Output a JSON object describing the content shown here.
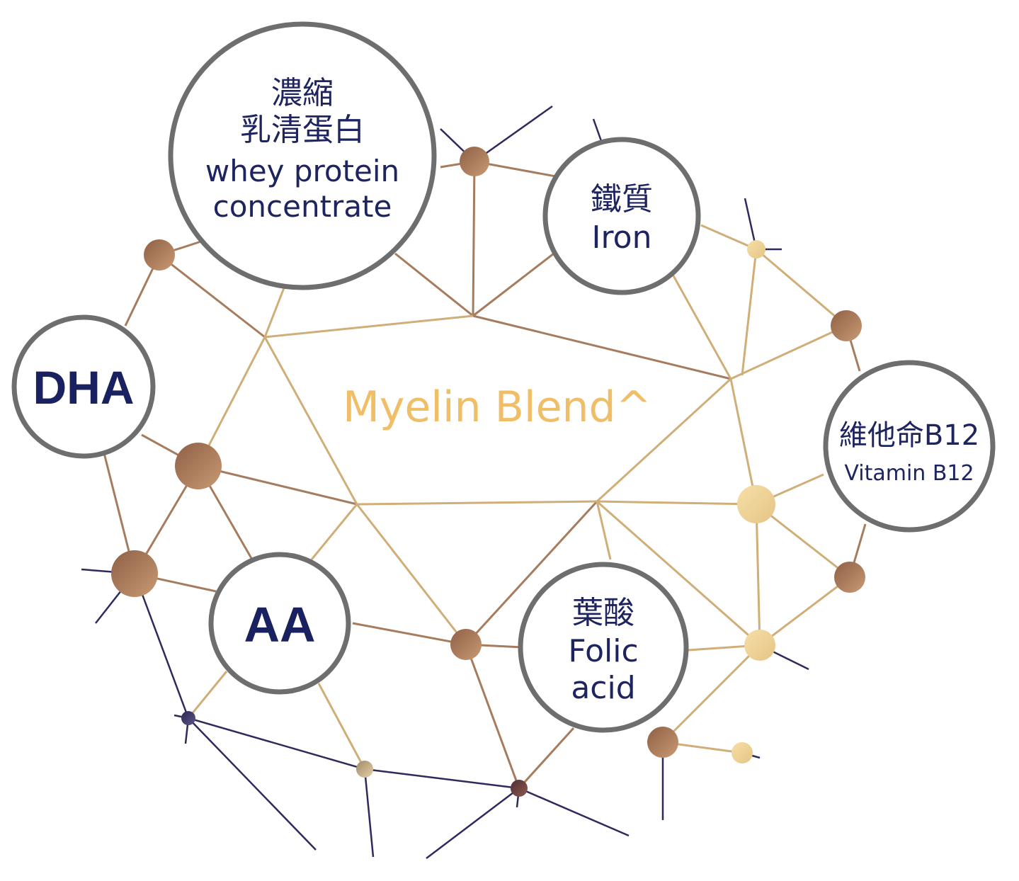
{
  "title": "Myelin Blend^",
  "ingredients": {
    "whey": {
      "cn_line1": "濃縮",
      "cn_line2": "乳清蛋白",
      "en_line1": "whey protein",
      "en_line2": "concentrate"
    },
    "iron": {
      "cn": "鐵質",
      "en": "Iron"
    },
    "dha": {
      "label": "DHA"
    },
    "aa": {
      "label": "AA"
    },
    "b12": {
      "cn": "維他命B12",
      "en": "Vitamin B12"
    },
    "folic": {
      "cn": "葉酸",
      "en_line1": "Folic",
      "en_line2": "acid"
    }
  },
  "colors": {
    "circle_border": "#6E6E6E",
    "text_navy": "#1E2460",
    "title_gold": "#F0BE67",
    "line_gold": "#C9A46E",
    "line_navy": "#2F2A5E"
  }
}
